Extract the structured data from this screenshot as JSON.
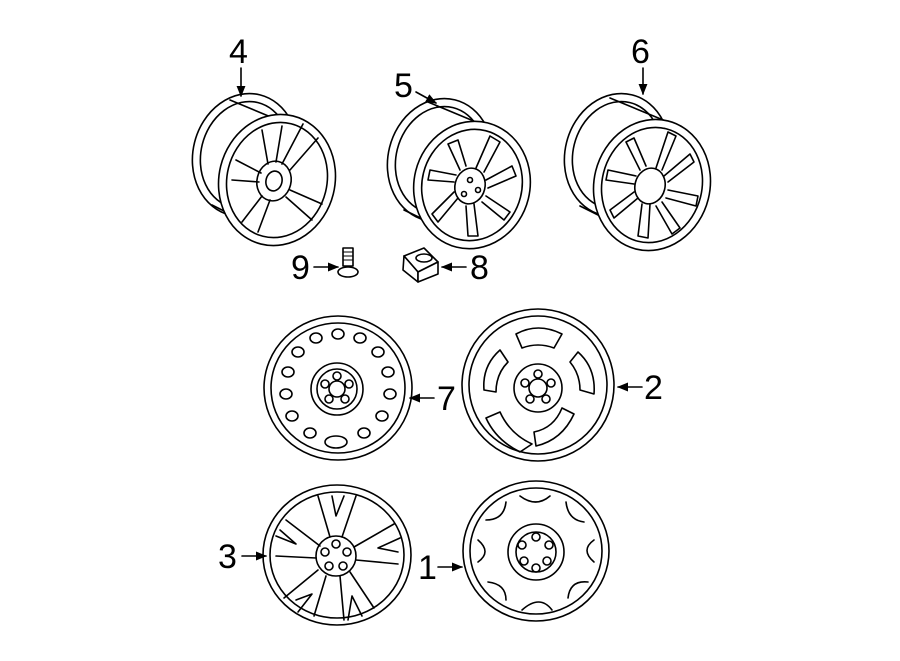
{
  "diagram": {
    "background": "#ffffff",
    "line_color": "#000000",
    "callouts": [
      {
        "id": "1",
        "label": "1",
        "part": "steel-wheel-covered"
      },
      {
        "id": "2",
        "label": "2",
        "part": "alloy-wheel-5-window"
      },
      {
        "id": "3",
        "label": "3",
        "part": "alloy-wheel-5-star"
      },
      {
        "id": "4",
        "label": "4",
        "part": "alloy-wheel-twin-spoke"
      },
      {
        "id": "5",
        "label": "5",
        "part": "alloy-wheel-10-spoke"
      },
      {
        "id": "6",
        "label": "6",
        "part": "alloy-wheel-12-spoke"
      },
      {
        "id": "7",
        "label": "7",
        "part": "steel-wheel-vented"
      },
      {
        "id": "8",
        "label": "8",
        "part": "lug-nut"
      },
      {
        "id": "9",
        "label": "9",
        "part": "wheel-stud"
      }
    ]
  }
}
